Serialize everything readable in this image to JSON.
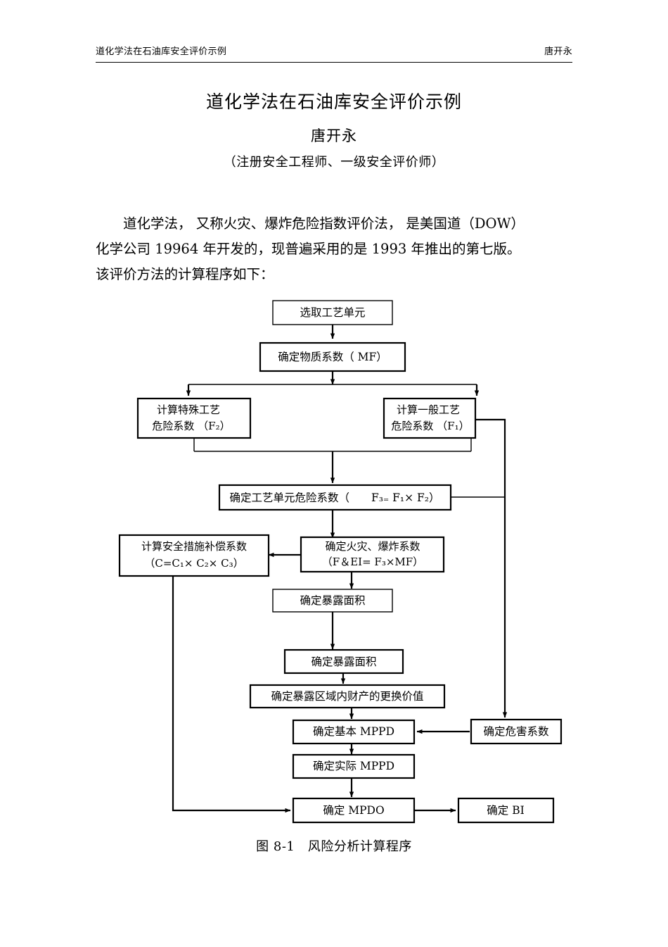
{
  "header": {
    "left": "道化学法在石油库安全评价示例",
    "right": "唐开永"
  },
  "title": "道化学法在石油库安全评价示例",
  "author": "唐开永",
  "credentials": "（注册安全工程师、一级安全评价师）",
  "paragraph": {
    "line1": "道化学法， 又称火灾、爆炸危险指数评价法， 是美国道（DOW）",
    "line2": "化学公司 19964 年开发的，现普遍采用的是 1993 年推出的第七版。",
    "line3": "该评价方法的计算程序如下："
  },
  "figure": {
    "caption": "图 8-1　风险分析计算程序",
    "boxes": {
      "select_unit": "选取工艺单元",
      "material_factor": "确定物质系数（ MF）",
      "special_process_l1": "计算特殊工艺",
      "special_process_l2": "危险系数 （F₂）",
      "general_process_l1": "计算一般工艺",
      "general_process_l2": "危险系数 （F₁）",
      "unit_hazard": "确定工艺单元危险系数（　　F₃₌ F₁× F₂）",
      "safety_comp_l1": "计算安全措施补偿系数",
      "safety_comp_l2": "（C=C₁× C₂× C₃）",
      "fire_explosion_l1": "确定火灾、爆炸系数",
      "fire_explosion_l2": "（F＆EI= F₃×MF）",
      "exposure_area_1": "确定暴露面积",
      "exposure_area_2": "确定暴露面积",
      "replacement_value": "确定暴露区域内财产的更换价值",
      "base_mppd": "确定基本 MPPD",
      "actual_mppd": "确定实际 MPPD",
      "mpdo": "确定 MPDO",
      "bi": "确定 BI",
      "damage_factor": "确定危害系数"
    }
  },
  "colors": {
    "ink": "#000000",
    "paper": "#ffffff"
  }
}
